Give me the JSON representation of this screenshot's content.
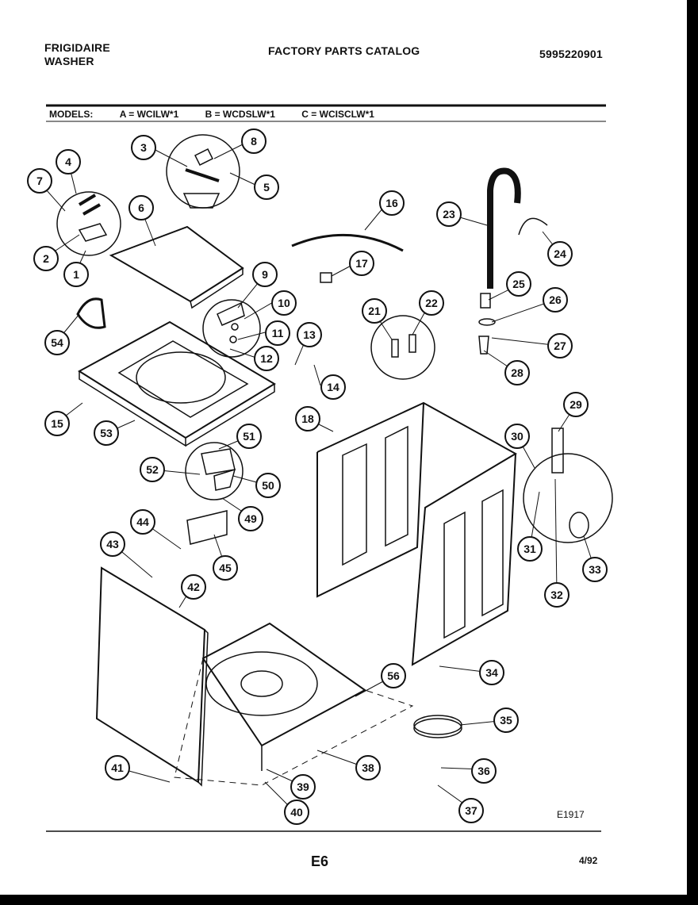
{
  "header": {
    "brand": "FRIGIDAIRE",
    "product": "WASHER",
    "catalog_title": "FACTORY PARTS CATALOG",
    "catalog_number": "5995220901"
  },
  "models": {
    "label": "MODELS:",
    "a": "A = WCILW*1",
    "b": "B = WCDSLW*1",
    "c": "C = WCISCLW*1"
  },
  "callouts": [
    "1",
    "2",
    "3",
    "4",
    "5",
    "6",
    "7",
    "8",
    "9",
    "10",
    "11",
    "12",
    "13",
    "14",
    "15",
    "16",
    "17",
    "18",
    "21",
    "22",
    "23",
    "24",
    "25",
    "26",
    "27",
    "28",
    "29",
    "30",
    "31",
    "32",
    "33",
    "34",
    "35",
    "36",
    "37",
    "38",
    "39",
    "40",
    "41",
    "42",
    "43",
    "44",
    "45",
    "49",
    "50",
    "51",
    "52",
    "53",
    "54",
    "56"
  ],
  "footer": {
    "drawing_code": "E1917",
    "page": "E6",
    "date": "4/92"
  },
  "colors": {
    "ink": "#111111",
    "paper": "#ffffff",
    "border": "#000000"
  }
}
